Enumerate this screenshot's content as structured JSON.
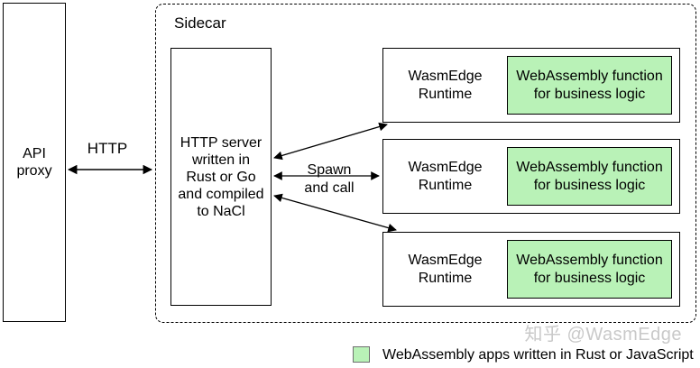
{
  "diagram": {
    "api_proxy_label": "API proxy",
    "http_label": "HTTP",
    "sidecar_title": "Sidecar",
    "http_server_lines": [
      "HTTP server",
      "written in",
      "Rust or Go",
      "and compiled",
      "to NaCl"
    ],
    "spawn_line1": "Spawn",
    "spawn_line2": "and call",
    "runtimes": [
      {
        "runtime_label": "WasmEdge Runtime",
        "function_label": "WebAssembly function for business logic"
      },
      {
        "runtime_label": "WasmEdge Runtime",
        "function_label": "WebAssembly function for business logic"
      },
      {
        "runtime_label": "WasmEdge Runtime",
        "function_label": "WebAssembly function for business logic"
      }
    ],
    "legend_label": "WebAssembly apps written in Rust or JavaScript",
    "watermark": "知乎 @WasmEdge",
    "colors": {
      "wasm_green": "#b9f2b7",
      "line_black": "#000000",
      "watermark_gray": "#c9c9c9"
    }
  }
}
